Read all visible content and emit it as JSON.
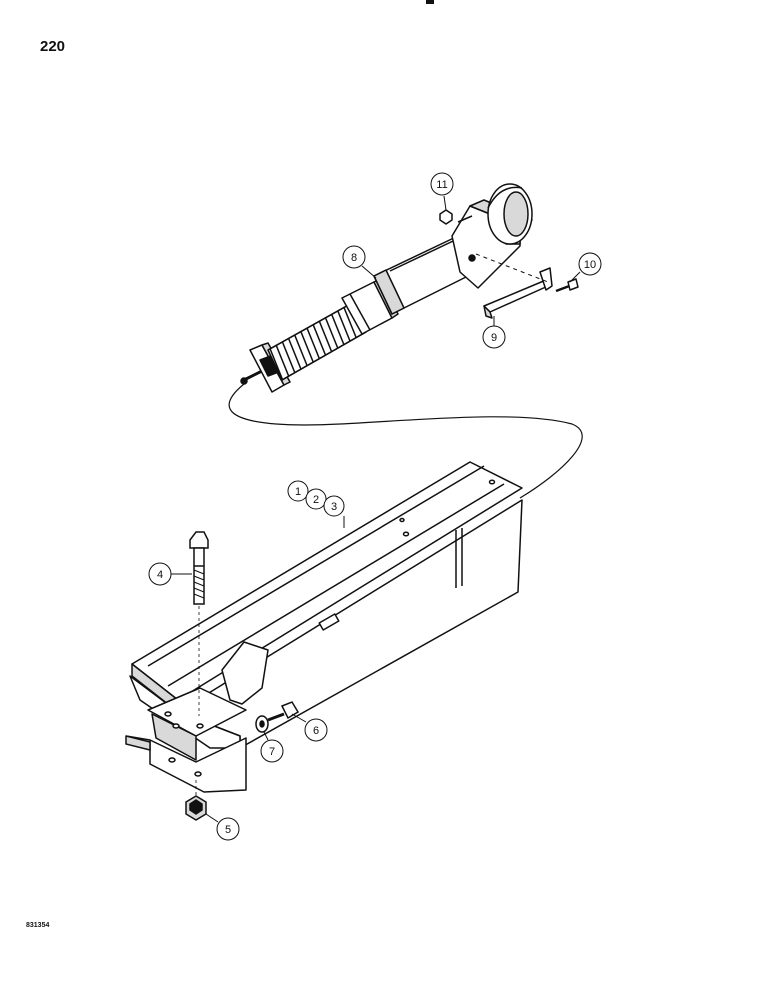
{
  "page": {
    "number": "220",
    "figure_code": "831354"
  },
  "colors": {
    "ink": "#111111",
    "paper": "#ffffff",
    "shade": "#d9d9d9"
  },
  "callouts": {
    "c1": "1",
    "c2": "2",
    "c3": "3",
    "c4": "4",
    "c5": "5",
    "c6": "6",
    "c7": "7",
    "c8": "8",
    "c9": "9",
    "c10": "10",
    "c11": "11"
  }
}
